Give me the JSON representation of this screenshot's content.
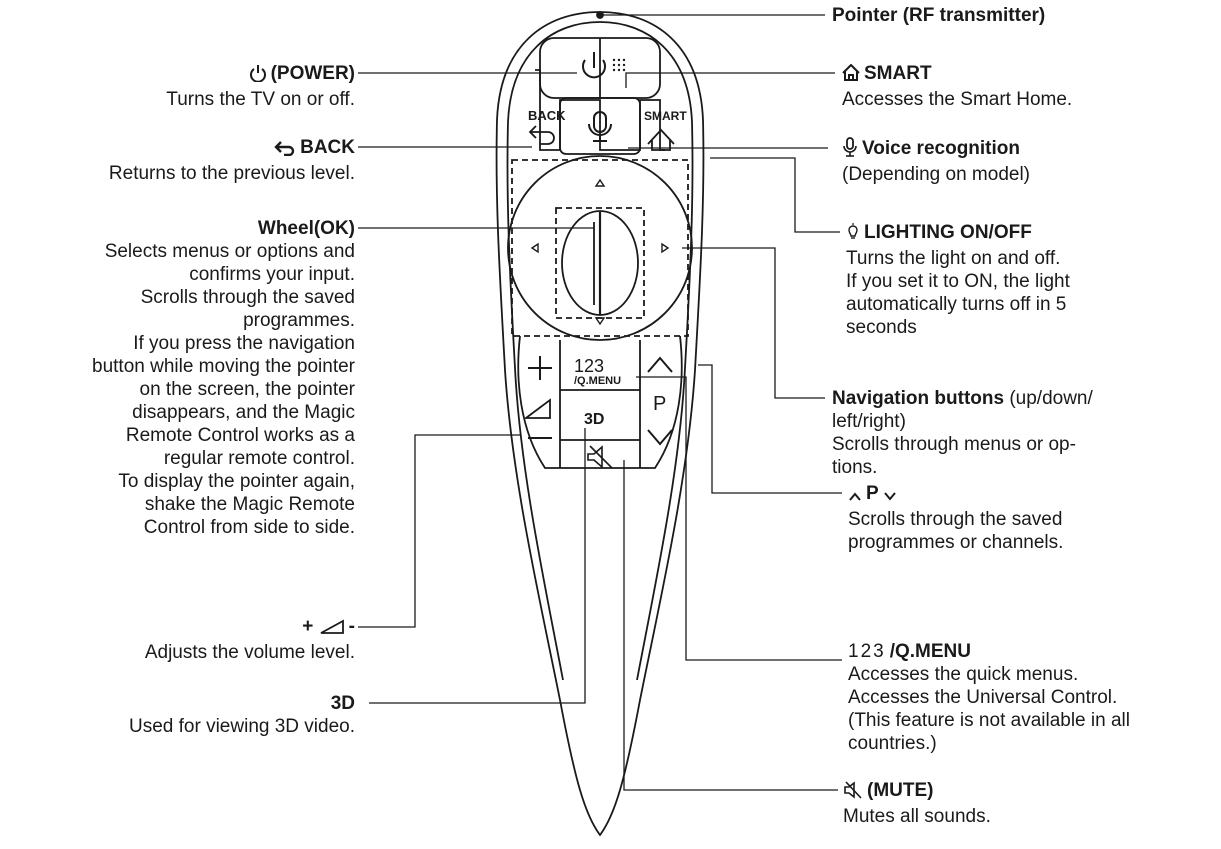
{
  "remote": {
    "back_label": "BACK",
    "smart_label": "SMART",
    "num_label": "123",
    "qmenu_label": "/Q.MENU",
    "threed_label": "3D",
    "p_label": "P"
  },
  "labels": {
    "pointer": {
      "title": "Pointer (RF transmitter)"
    },
    "power": {
      "title": "(POWER)",
      "desc": "Turns the TV on or off."
    },
    "back": {
      "title": "BACK",
      "desc": "Returns to the previous level."
    },
    "wheel": {
      "title": "Wheel(OK)",
      "desc": [
        "Selects menus or options and",
        "confirms your input.",
        "Scrolls through the saved",
        "programmes.",
        "If you press the navigation",
        "button while moving the pointer",
        "on the screen, the pointer",
        "disappears, and the Magic",
        "Remote Control works as a",
        "regular remote control.",
        "To display the pointer again,",
        "shake the Magic Remote",
        "Control from side to side."
      ]
    },
    "volume": {
      "title_plus": "+",
      "title_minus": "-",
      "desc": "Adjusts the volume level."
    },
    "threed": {
      "title": "3D",
      "desc": "Used for viewing 3D video."
    },
    "smart": {
      "title": "SMART",
      "desc": "Accesses the Smart Home."
    },
    "voice": {
      "title": "Voice recognition",
      "desc": "(Depending on model)"
    },
    "lighting": {
      "title": "LIGHTING ON/OFF",
      "desc": [
        "Turns the light on and off.",
        "If you set it to ON, the light",
        "automatically turns off in 5",
        "seconds"
      ]
    },
    "navigation": {
      "title": "Navigation buttons",
      "title_rest": " (up/down/",
      "desc": [
        "left/right)",
        "Scrolls through menus or op-",
        "tions."
      ]
    },
    "channel": {
      "title": "P",
      "desc": [
        "Scrolls through the saved",
        "programmes or channels."
      ]
    },
    "qmenu": {
      "title_num": "123",
      "title": "/Q.MENU",
      "desc": [
        "Accesses the quick menus.",
        "Accesses the Universal Control.",
        "(This feature is not available in all",
        "countries.)"
      ]
    },
    "mute": {
      "title": "(MUTE)",
      "desc": "Mutes all sounds."
    }
  },
  "icons": {
    "power": "power-icon",
    "back": "back-arrow-icon",
    "smart": "home-icon",
    "voice": "microphone-icon",
    "lighting": "light-bulb-icon",
    "volume": "volume-triangle-icon",
    "mute": "mute-icon",
    "channel_up": "chevron-up-icon",
    "channel_down": "chevron-down-icon"
  },
  "colors": {
    "ink": "#1a1a1a",
    "background": "#ffffff"
  }
}
